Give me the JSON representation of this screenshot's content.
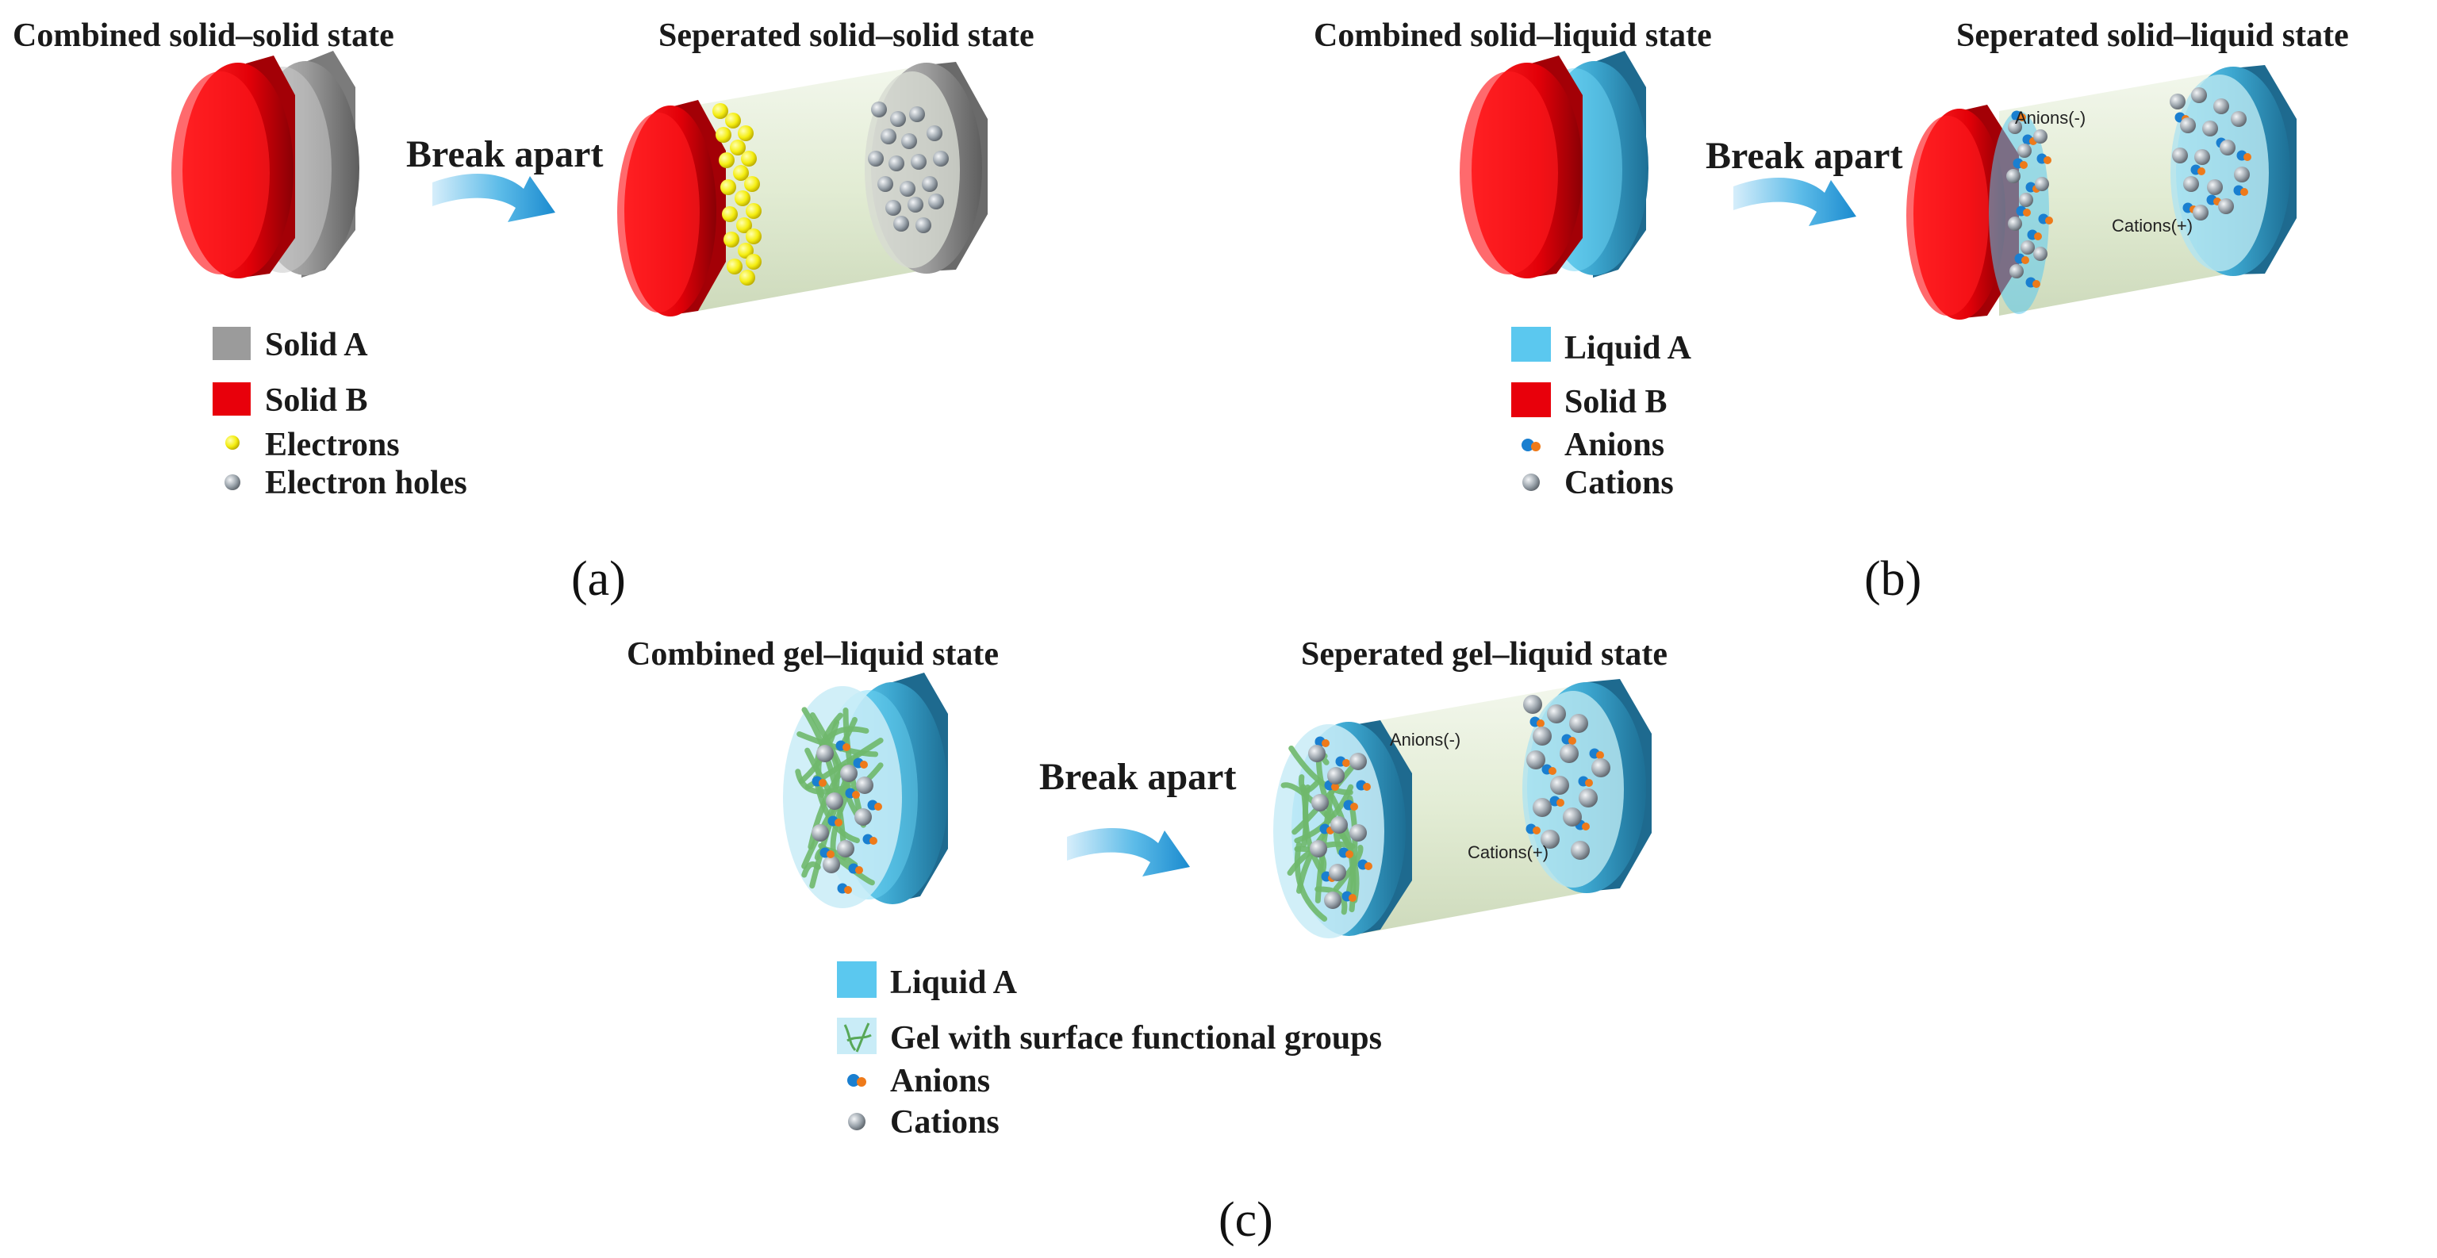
{
  "panel_a": {
    "title_combined": "Combined solid–solid state",
    "title_separated": "Seperated solid–solid state",
    "arrow_label": "Break apart",
    "legend": [
      "Solid A",
      "Solid B",
      "Electrons",
      "Electron holes"
    ],
    "panel_label": "(a)"
  },
  "panel_b": {
    "title_combined": "Combined solid–liquid state",
    "title_separated": "Seperated solid–liquid state",
    "arrow_label": "Break apart",
    "anions_label": "Anions(-)",
    "cations_label": "Cations(+)",
    "legend": [
      "Liquid A",
      "Solid B",
      "Anions",
      "Cations"
    ],
    "panel_label": "(b)"
  },
  "panel_c": {
    "title_combined": "Combined gel–liquid state",
    "title_separated": "Seperated gel–liquid state",
    "arrow_label": "Break apart",
    "anions_label": "Anions(-)",
    "cations_label": "Cations(+)",
    "legend": [
      "Liquid A",
      "Gel with surface functional groups",
      "Anions",
      "Cations"
    ],
    "panel_label": "(c)"
  },
  "colors": {
    "solid_a": "#9a9a9a",
    "solid_b": "#e8000b",
    "liquid_a": "#5bc8ef",
    "gel": "#7ec07a",
    "electron": "#f2ef1a",
    "hole": "#a8b0b8",
    "anion_blue": "#1a7fd0",
    "anion_orange": "#ee7a1a"
  }
}
